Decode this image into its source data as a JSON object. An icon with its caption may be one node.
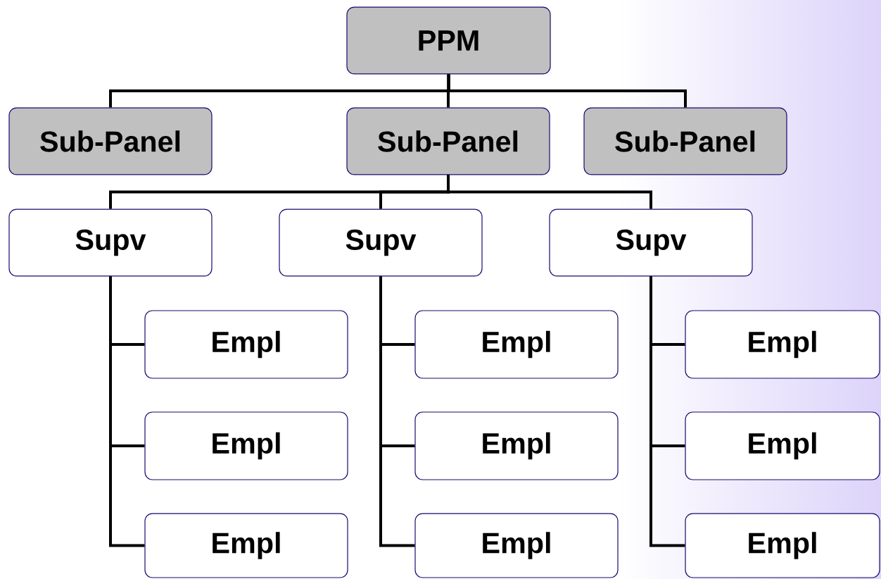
{
  "diagram": {
    "nodes": [
      {
        "text": [
          "PPM"
        ]
      },
      {
        "text": [
          "Sub-Panel"
        ]
      },
      {
        "text": [
          "Sub-Panel"
        ]
      },
      {
        "text": [
          "Sub-Panel"
        ]
      },
      {
        "text": [
          "Supv"
        ]
      },
      {
        "text": [
          "Supv"
        ]
      },
      {
        "text": [
          "Supv"
        ]
      },
      {
        "text": [
          "Empl"
        ]
      },
      {
        "text": [
          "Empl"
        ]
      },
      {
        "text": [
          "Empl"
        ]
      },
      {
        "text": [
          "Empl"
        ]
      },
      {
        "text": [
          "Empl"
        ]
      },
      {
        "text": [
          "Empl"
        ]
      },
      {
        "text": [
          "Empl"
        ]
      },
      {
        "text": [
          "Empl"
        ]
      },
      {
        "text": [
          "Empl"
        ]
      }
    ],
    "edges": [
      {
        "from": 0,
        "to": 1,
        "arrow": "none"
      },
      {
        "from": 0,
        "to": 2,
        "arrow": "none"
      },
      {
        "from": 0,
        "to": 3,
        "arrow": "none"
      },
      {
        "from": 2,
        "to": 4,
        "arrow": "none"
      },
      {
        "from": 2,
        "to": 5,
        "arrow": "none"
      },
      {
        "from": 2,
        "to": 6,
        "arrow": "none"
      },
      {
        "from": 4,
        "to": 7,
        "arrow": "none"
      },
      {
        "from": 4,
        "to": 10,
        "arrow": "none"
      },
      {
        "from": 4,
        "to": 13,
        "arrow": "none"
      },
      {
        "from": 5,
        "to": 8,
        "arrow": "none"
      },
      {
        "from": 5,
        "to": 11,
        "arrow": "none"
      },
      {
        "from": 5,
        "to": 14,
        "arrow": "none"
      },
      {
        "from": 6,
        "to": 9,
        "arrow": "none"
      },
      {
        "from": 6,
        "to": 12,
        "arrow": "none"
      },
      {
        "from": 6,
        "to": 15,
        "arrow": "none"
      }
    ]
  }
}
